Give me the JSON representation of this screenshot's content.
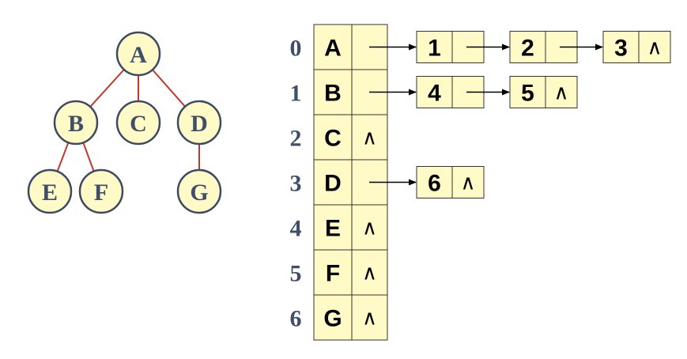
{
  "colors": {
    "node_fill": "#fffac6",
    "node_stroke": "#3c4a63",
    "edge": "#c0392b",
    "cell_fill": "#fffac6",
    "cell_stroke": "#333333",
    "arrow": "#000000"
  },
  "tree": {
    "nodes": [
      {
        "id": "A",
        "label": "A"
      },
      {
        "id": "B",
        "label": "B"
      },
      {
        "id": "C",
        "label": "C"
      },
      {
        "id": "D",
        "label": "D"
      },
      {
        "id": "E",
        "label": "E"
      },
      {
        "id": "F",
        "label": "F"
      },
      {
        "id": "G",
        "label": "G"
      }
    ],
    "edges": [
      [
        "A",
        "B"
      ],
      [
        "A",
        "C"
      ],
      [
        "A",
        "D"
      ],
      [
        "B",
        "E"
      ],
      [
        "B",
        "F"
      ],
      [
        "D",
        "G"
      ]
    ]
  },
  "table": {
    "rows": [
      {
        "index": "0",
        "data": "A",
        "children": [
          "1",
          "2",
          "3"
        ]
      },
      {
        "index": "1",
        "data": "B",
        "children": [
          "4",
          "5"
        ]
      },
      {
        "index": "2",
        "data": "C",
        "children": []
      },
      {
        "index": "3",
        "data": "D",
        "children": [
          "6"
        ]
      },
      {
        "index": "4",
        "data": "E",
        "children": []
      },
      {
        "index": "5",
        "data": "F",
        "children": []
      },
      {
        "index": "6",
        "data": "G",
        "children": []
      }
    ],
    "null_symbol": "∧"
  }
}
